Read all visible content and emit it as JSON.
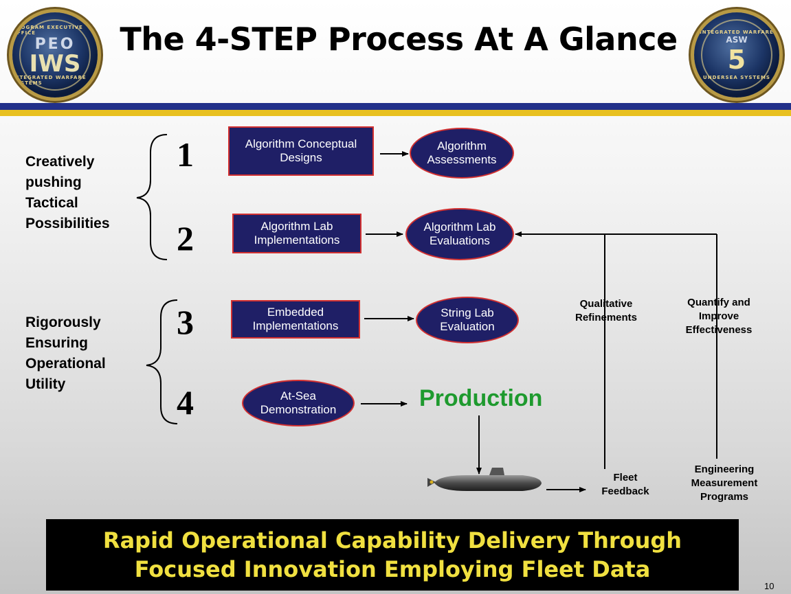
{
  "title": "The 4-STEP Process At A Glance",
  "logos": {
    "left": {
      "top_text": "PROGRAM EXECUTIVE OFFICE",
      "line1": "PEO",
      "line2": "IWS",
      "bottom_text": "INTEGRATED WARFARE SYSTEMS"
    },
    "right": {
      "top_text": "INTEGRATED WARFARE",
      "line1": "ASW",
      "line2": "5",
      "bottom_text": "UNDERSEA SYSTEMS"
    }
  },
  "groups": [
    {
      "label_lines": [
        "Creatively",
        "pushing",
        "Tactical",
        "Possibilities"
      ]
    },
    {
      "label_lines": [
        "Rigorously",
        "Ensuring",
        "Operational",
        "Utility"
      ]
    }
  ],
  "steps": [
    {
      "number": "1",
      "box": "Algorithm Conceptual Designs",
      "result": "Algorithm Assessments"
    },
    {
      "number": "2",
      "box": "Algorithm Lab Implementations",
      "result": "Algorithm Lab Evaluations"
    },
    {
      "number": "3",
      "box": "Embedded Implementations",
      "result": "String Lab Evaluation"
    },
    {
      "number": "4",
      "box": "At-Sea Demonstration",
      "result": "Production"
    }
  ],
  "feedback": {
    "qualitative": "Qualitative Refinements",
    "quantify": "Quantify and Improve Effectiveness",
    "fleet": "Fleet Feedback",
    "engineering": "Engineering Measurement Programs"
  },
  "banner": {
    "line1": "Rapid Operational Capability Delivery Through",
    "line2": "Focused Innovation Employing Fleet Data"
  },
  "page_number": "10",
  "colors": {
    "node_fill": "#1f1f66",
    "node_border": "#d23030",
    "production": "#1e9a2e",
    "banner_text": "#f0e040",
    "bar_blue": "#22308a",
    "bar_gold": "#e8c020"
  }
}
